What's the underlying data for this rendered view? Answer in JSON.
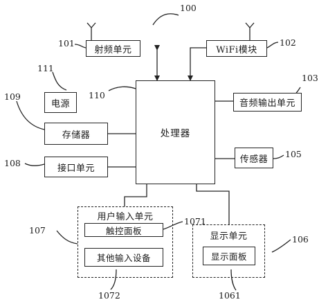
{
  "diagram": {
    "system_ref": "100",
    "processor": {
      "label": "处理器",
      "ref": "110"
    },
    "rf_unit": {
      "label": "射频单元",
      "ref": "101"
    },
    "wifi_module": {
      "label": "WiFi模块",
      "ref": "102"
    },
    "audio_output": {
      "label": "音频输出单元",
      "ref": "103"
    },
    "power": {
      "label": "电源",
      "ref": "111"
    },
    "memory": {
      "label": "存储器",
      "ref": "109"
    },
    "interface_unit": {
      "label": "接口单元",
      "ref": "108"
    },
    "sensor": {
      "label": "传感器",
      "ref": "105"
    },
    "user_input": {
      "label": "用户输入单元",
      "ref": "107",
      "touch_panel": {
        "label": "触控面板",
        "ref": "1071"
      },
      "other_input": {
        "label": "其他输入设备",
        "ref": "1072"
      }
    },
    "display_unit": {
      "label": "显示单元",
      "ref": "106",
      "display_panel": {
        "label": "显示面板",
        "ref": "1061"
      }
    }
  }
}
